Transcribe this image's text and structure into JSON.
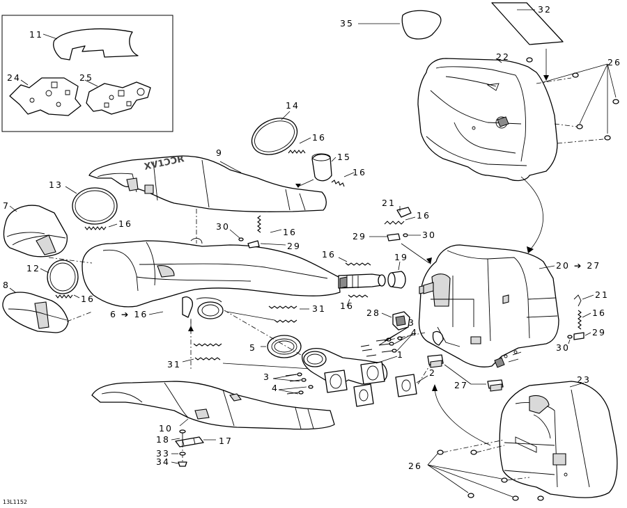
{
  "drawing_id": "13L1152",
  "callouts": [
    {
      "id": "c35",
      "label": "35"
    },
    {
      "id": "c32",
      "label": "32"
    },
    {
      "id": "c22",
      "label": "22"
    },
    {
      "id": "c26a",
      "label": "26"
    },
    {
      "id": "c11",
      "label": "11"
    },
    {
      "id": "c24",
      "label": "24"
    },
    {
      "id": "c25",
      "label": "25"
    },
    {
      "id": "c14",
      "label": "14"
    },
    {
      "id": "c16a",
      "label": "16"
    },
    {
      "id": "c9",
      "label": "9"
    },
    {
      "id": "c15",
      "label": "15"
    },
    {
      "id": "c16b",
      "label": "16"
    },
    {
      "id": "c13",
      "label": "13"
    },
    {
      "id": "c7",
      "label": "7"
    },
    {
      "id": "c16c",
      "label": "16"
    },
    {
      "id": "c30a",
      "label": "30"
    },
    {
      "id": "c16d",
      "label": "16"
    },
    {
      "id": "c29a",
      "label": "29"
    },
    {
      "id": "c21a",
      "label": "21"
    },
    {
      "id": "c16e",
      "label": "16"
    },
    {
      "id": "c29b",
      "label": "29"
    },
    {
      "id": "c30b",
      "label": "30"
    },
    {
      "id": "c12",
      "label": "12"
    },
    {
      "id": "c8",
      "label": "8"
    },
    {
      "id": "c16f",
      "label": "16"
    },
    {
      "id": "c6",
      "label": "6 ➔ 16"
    },
    {
      "id": "c16g",
      "label": "16"
    },
    {
      "id": "c19",
      "label": "19"
    },
    {
      "id": "c16h",
      "label": "16"
    },
    {
      "id": "c20",
      "label": "20 ➔ 27"
    },
    {
      "id": "c31a",
      "label": "31"
    },
    {
      "id": "c28",
      "label": "28"
    },
    {
      "id": "c21b",
      "label": "21"
    },
    {
      "id": "c16i",
      "label": "16"
    },
    {
      "id": "c3a",
      "label": "3"
    },
    {
      "id": "c4a",
      "label": "4"
    },
    {
      "id": "c29c",
      "label": "29"
    },
    {
      "id": "c30c",
      "label": "30"
    },
    {
      "id": "c5",
      "label": "5"
    },
    {
      "id": "c1",
      "label": "1"
    },
    {
      "id": "c31b",
      "label": "31"
    },
    {
      "id": "c3b",
      "label": "3"
    },
    {
      "id": "c2",
      "label": "2"
    },
    {
      "id": "c4b",
      "label": "4"
    },
    {
      "id": "c27",
      "label": "27"
    },
    {
      "id": "c23",
      "label": "23"
    },
    {
      "id": "c10",
      "label": "10"
    },
    {
      "id": "c18",
      "label": "18"
    },
    {
      "id": "c17",
      "label": "17"
    },
    {
      "id": "c33",
      "label": "33"
    },
    {
      "id": "c34",
      "label": "34"
    },
    {
      "id": "c26b",
      "label": "26"
    }
  ]
}
